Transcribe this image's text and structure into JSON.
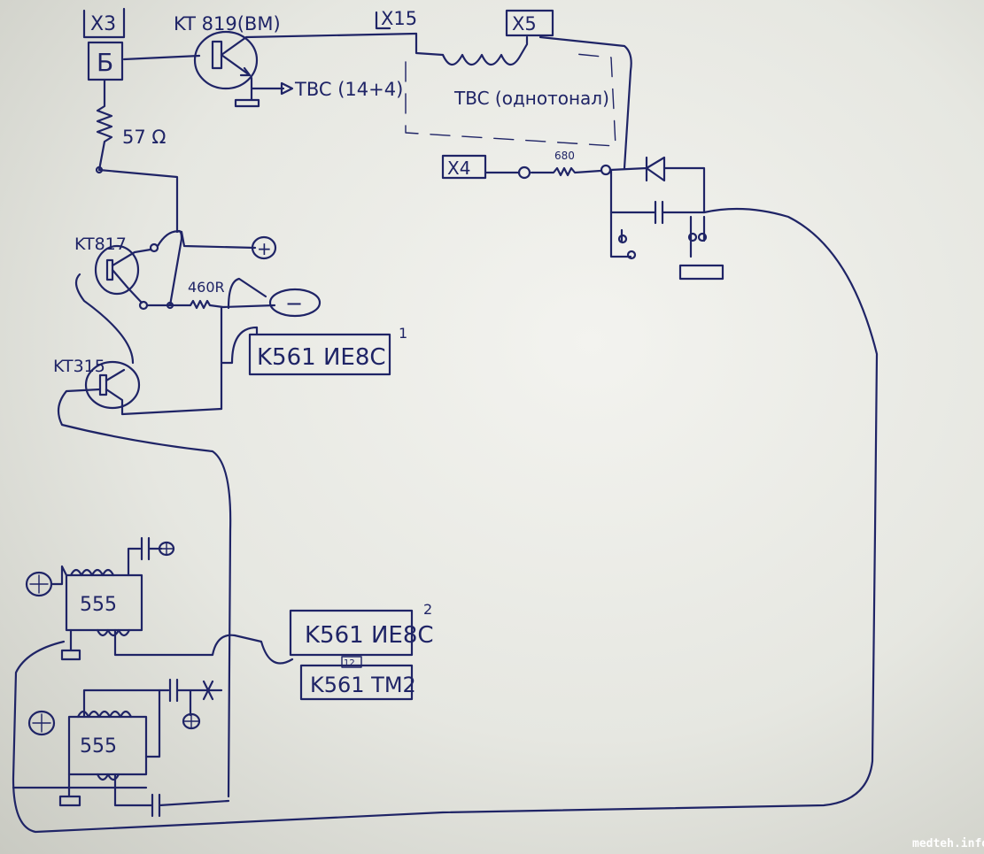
{
  "diagram": {
    "labels": {
      "x3": "X3",
      "b": "Б",
      "kt819": "KT 819(BM)",
      "x15": "X15",
      "x5": "X5",
      "tbc_14_4": "TBC (14+4)",
      "tbc_main": "TBC (однотонал)",
      "r57": "57 Ω",
      "x4": "X4",
      "r680": "680",
      "kt817": "KT817",
      "r460": "460R",
      "plus": "+",
      "minus": "−",
      "ic1": "K561 ИЕ8С",
      "ic1_index": "1",
      "kt315": "KT315",
      "timer1": "555",
      "timer2": "555",
      "ic2": "K561 ИЕ8С",
      "ic2_index": "2",
      "pin12": "12",
      "ic3": "K561 TM2"
    },
    "watermark": "medteh.info"
  }
}
